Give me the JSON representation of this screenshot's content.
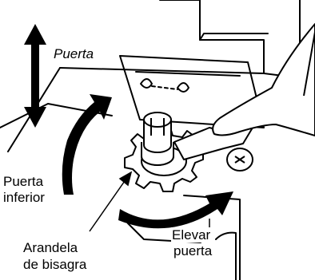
{
  "labels": {
    "door": "Puerta",
    "lower_door_line1": "Puerta",
    "lower_door_line2": "inferior",
    "raise_door_line1": "Elevar",
    "raise_door_line2": "puerta",
    "hinge_washer_line1": "Arandela",
    "hinge_washer_line2": "de bisagra"
  },
  "colors": {
    "ink": "#000000",
    "background": "#ffffff"
  }
}
